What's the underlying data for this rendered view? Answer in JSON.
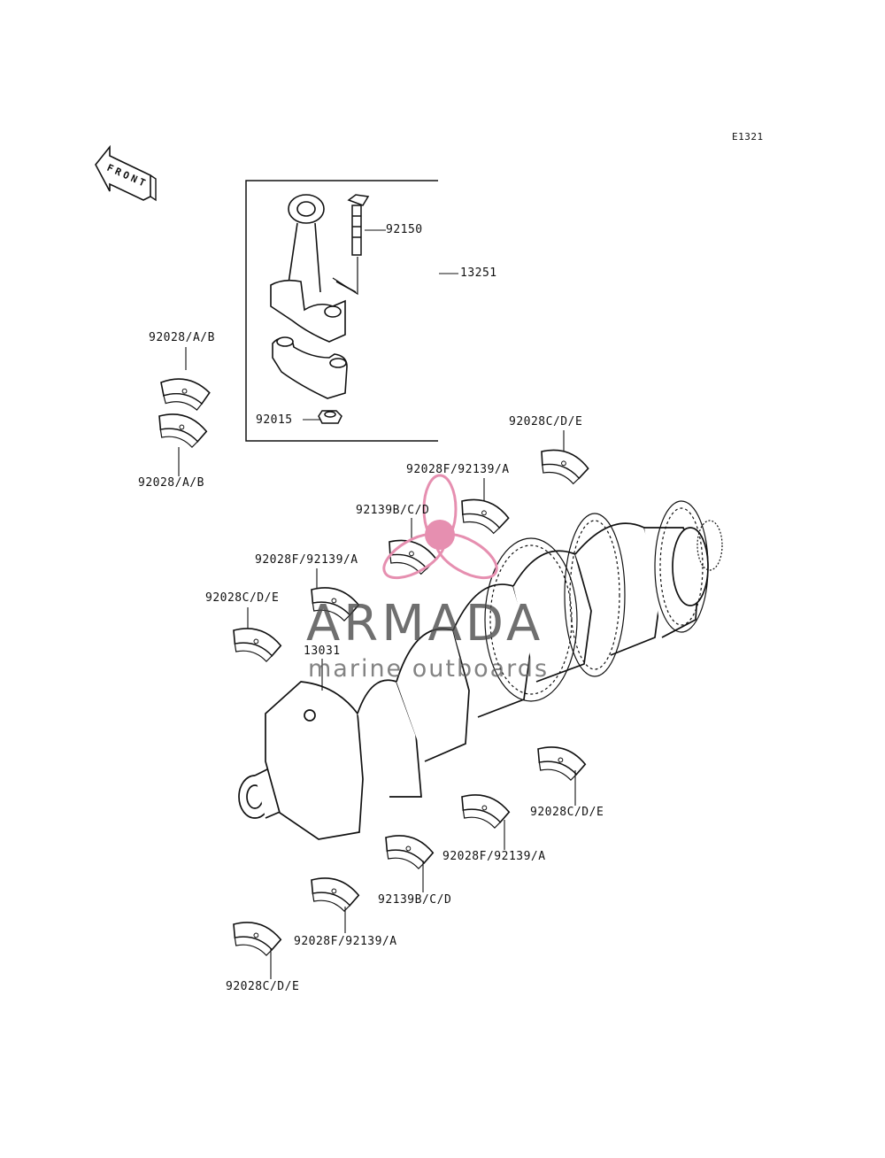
{
  "diagram_id": "E1321",
  "front_label": "FRONT",
  "watermark": {
    "brand": "ARMADA",
    "tagline": "marine outboards",
    "accent_color": "#e68fb0"
  },
  "labels": {
    "rod_bolt": "92150",
    "rod_assembly": "13251",
    "rod_bearing_upper": "92028/A/B",
    "rod_bearing_lower": "92028/A/B",
    "rod_nut": "92015",
    "crankshaft": "13031",
    "main_bearing_1": "92028C/D/E",
    "main_bearing_2": "92028F/92139/A",
    "main_bearing_3": "92139B/C/D",
    "main_bearing_4": "92028F/92139/A",
    "main_bearing_5": "92028C/D/E",
    "main_bearing_6": "92028C/D/E",
    "main_bearing_7": "92028F/92139/A",
    "main_bearing_8": "92139B/C/D",
    "main_bearing_9": "92028F/92139/A",
    "main_bearing_10": "92028C/D/E"
  },
  "colors": {
    "line": "#111111",
    "paper": "#ffffff"
  }
}
